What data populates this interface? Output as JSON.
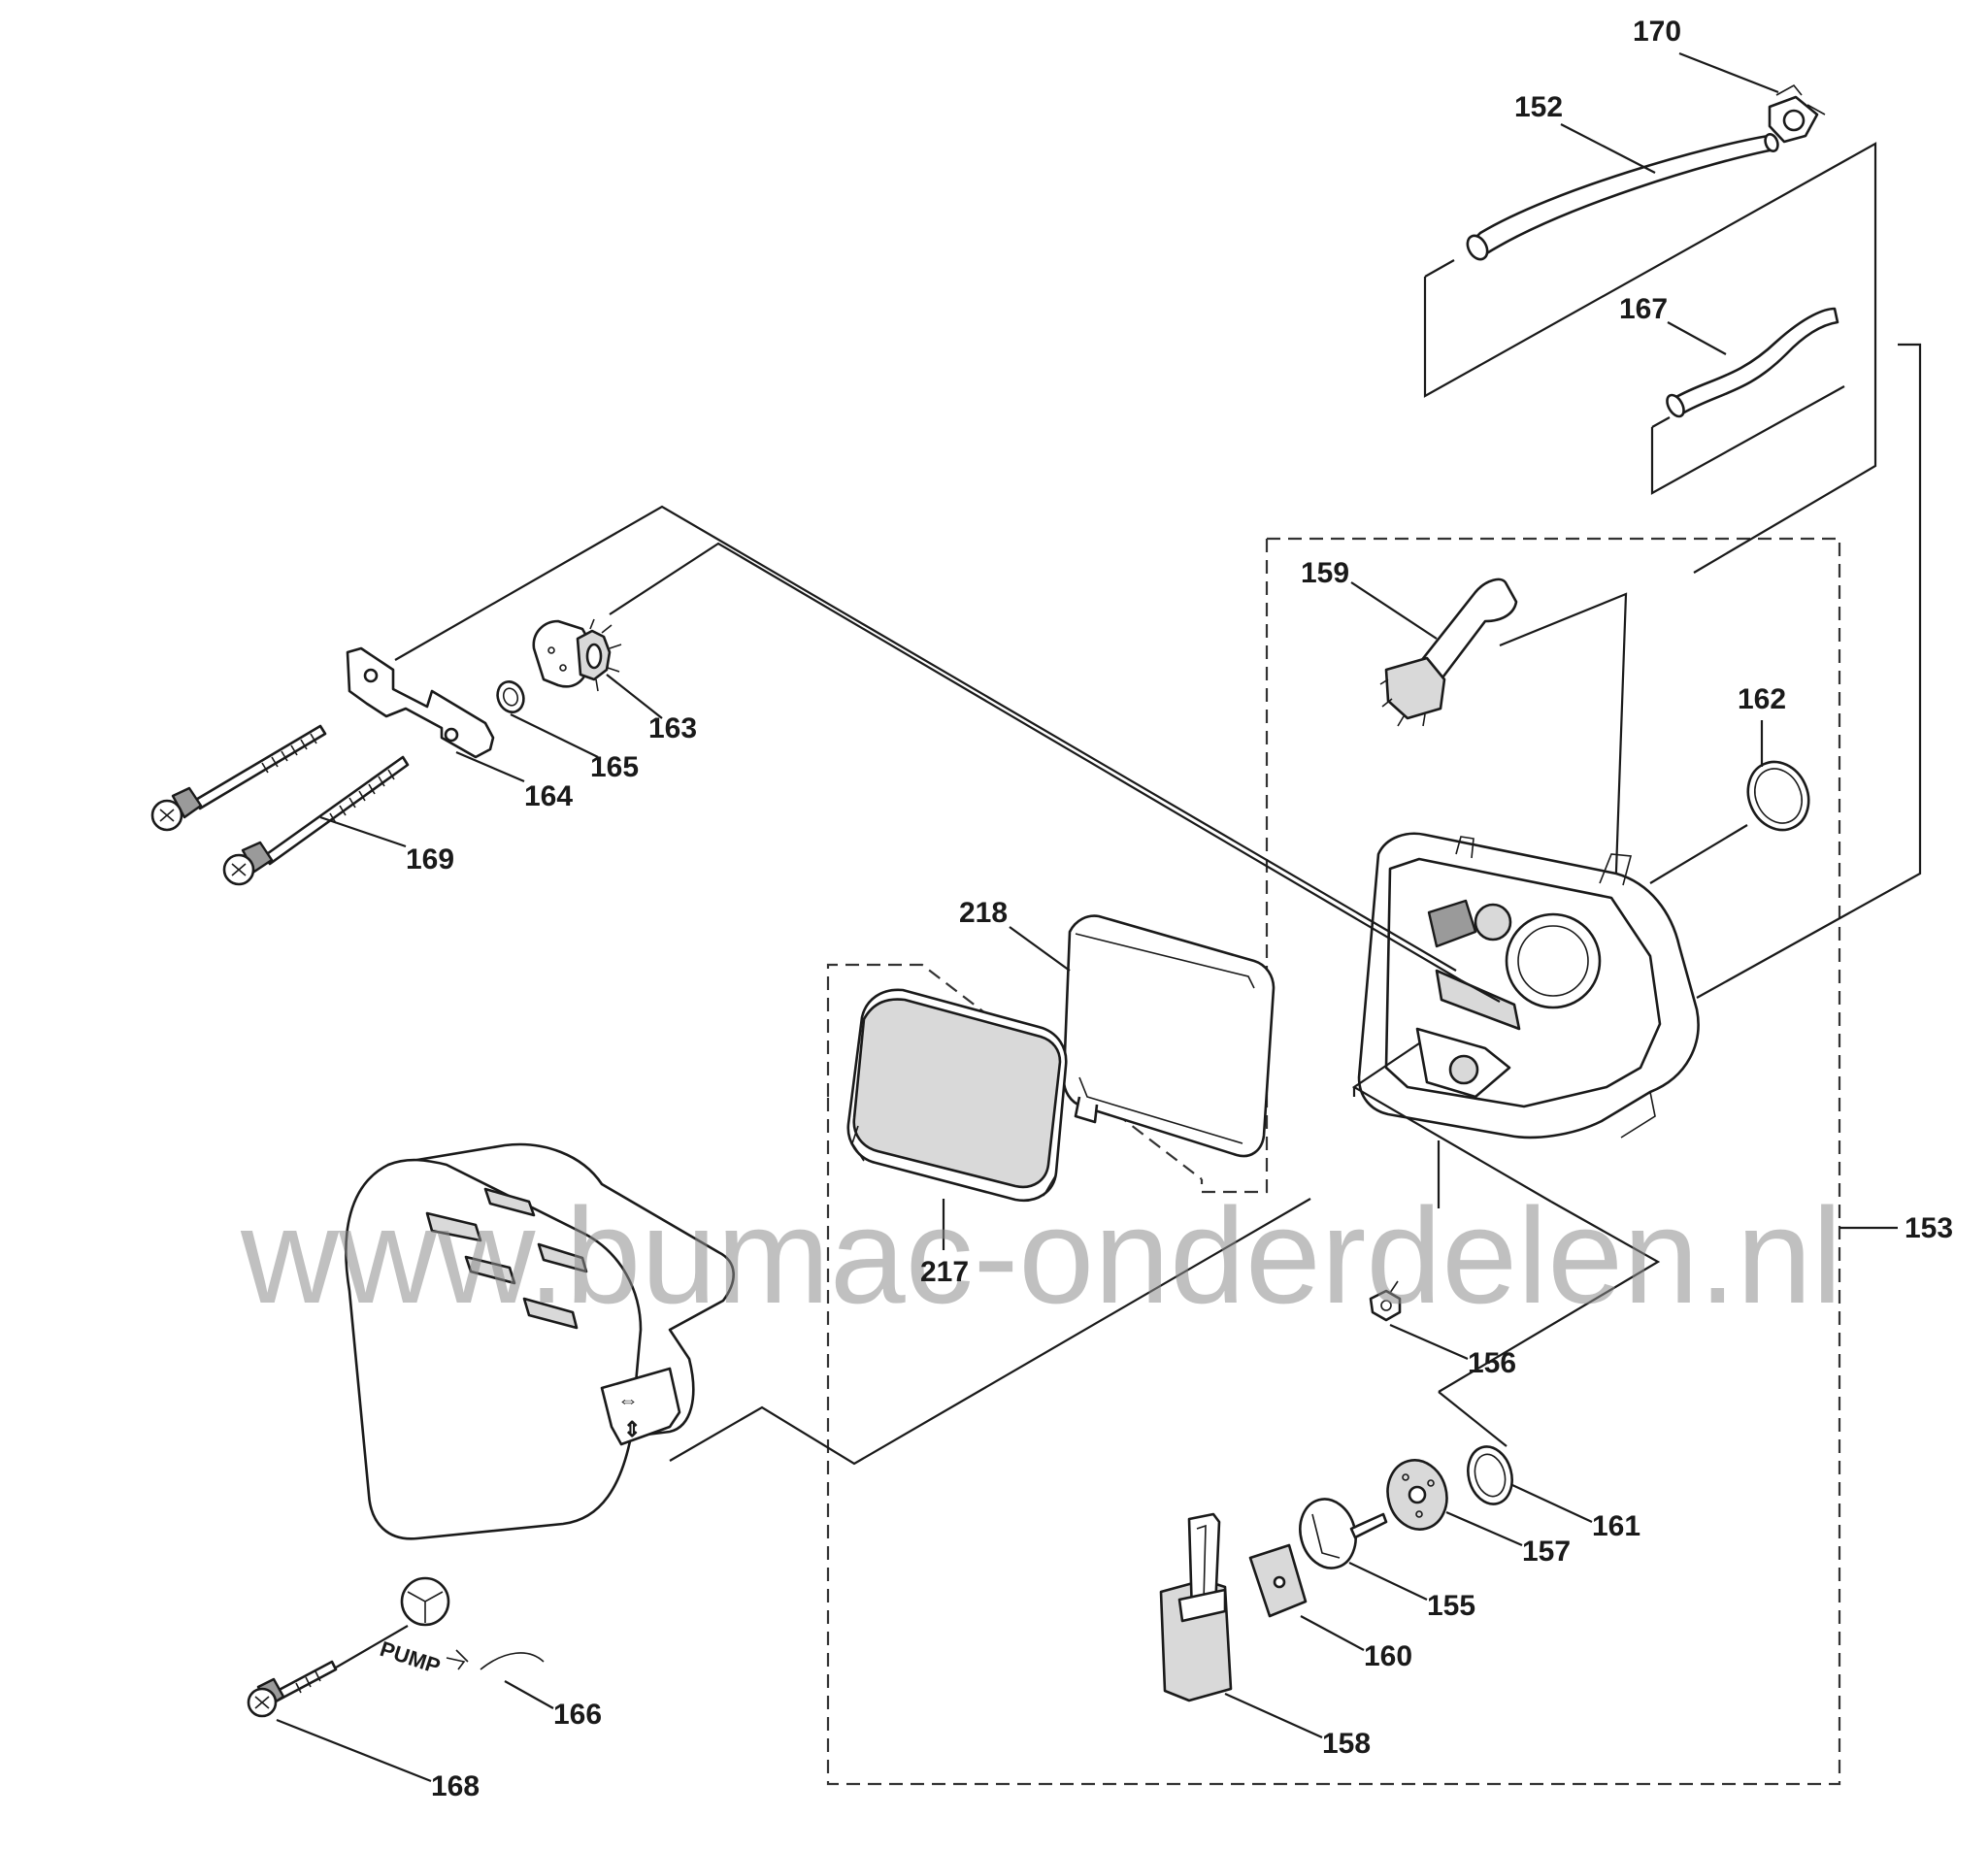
{
  "watermark": "www.bumac-onderdelen.nl",
  "cover_marking": "PUMP",
  "labels": {
    "p170": "170",
    "p152": "152",
    "p167": "167",
    "p159": "159",
    "p162": "162",
    "p163": "163",
    "p165": "165",
    "p164": "164",
    "p169": "169",
    "p218": "218",
    "p217": "217",
    "p153": "153",
    "p156": "156",
    "p161": "161",
    "p157": "157",
    "p155": "155",
    "p160": "160",
    "p158": "158",
    "p166": "166",
    "p168": "168"
  }
}
